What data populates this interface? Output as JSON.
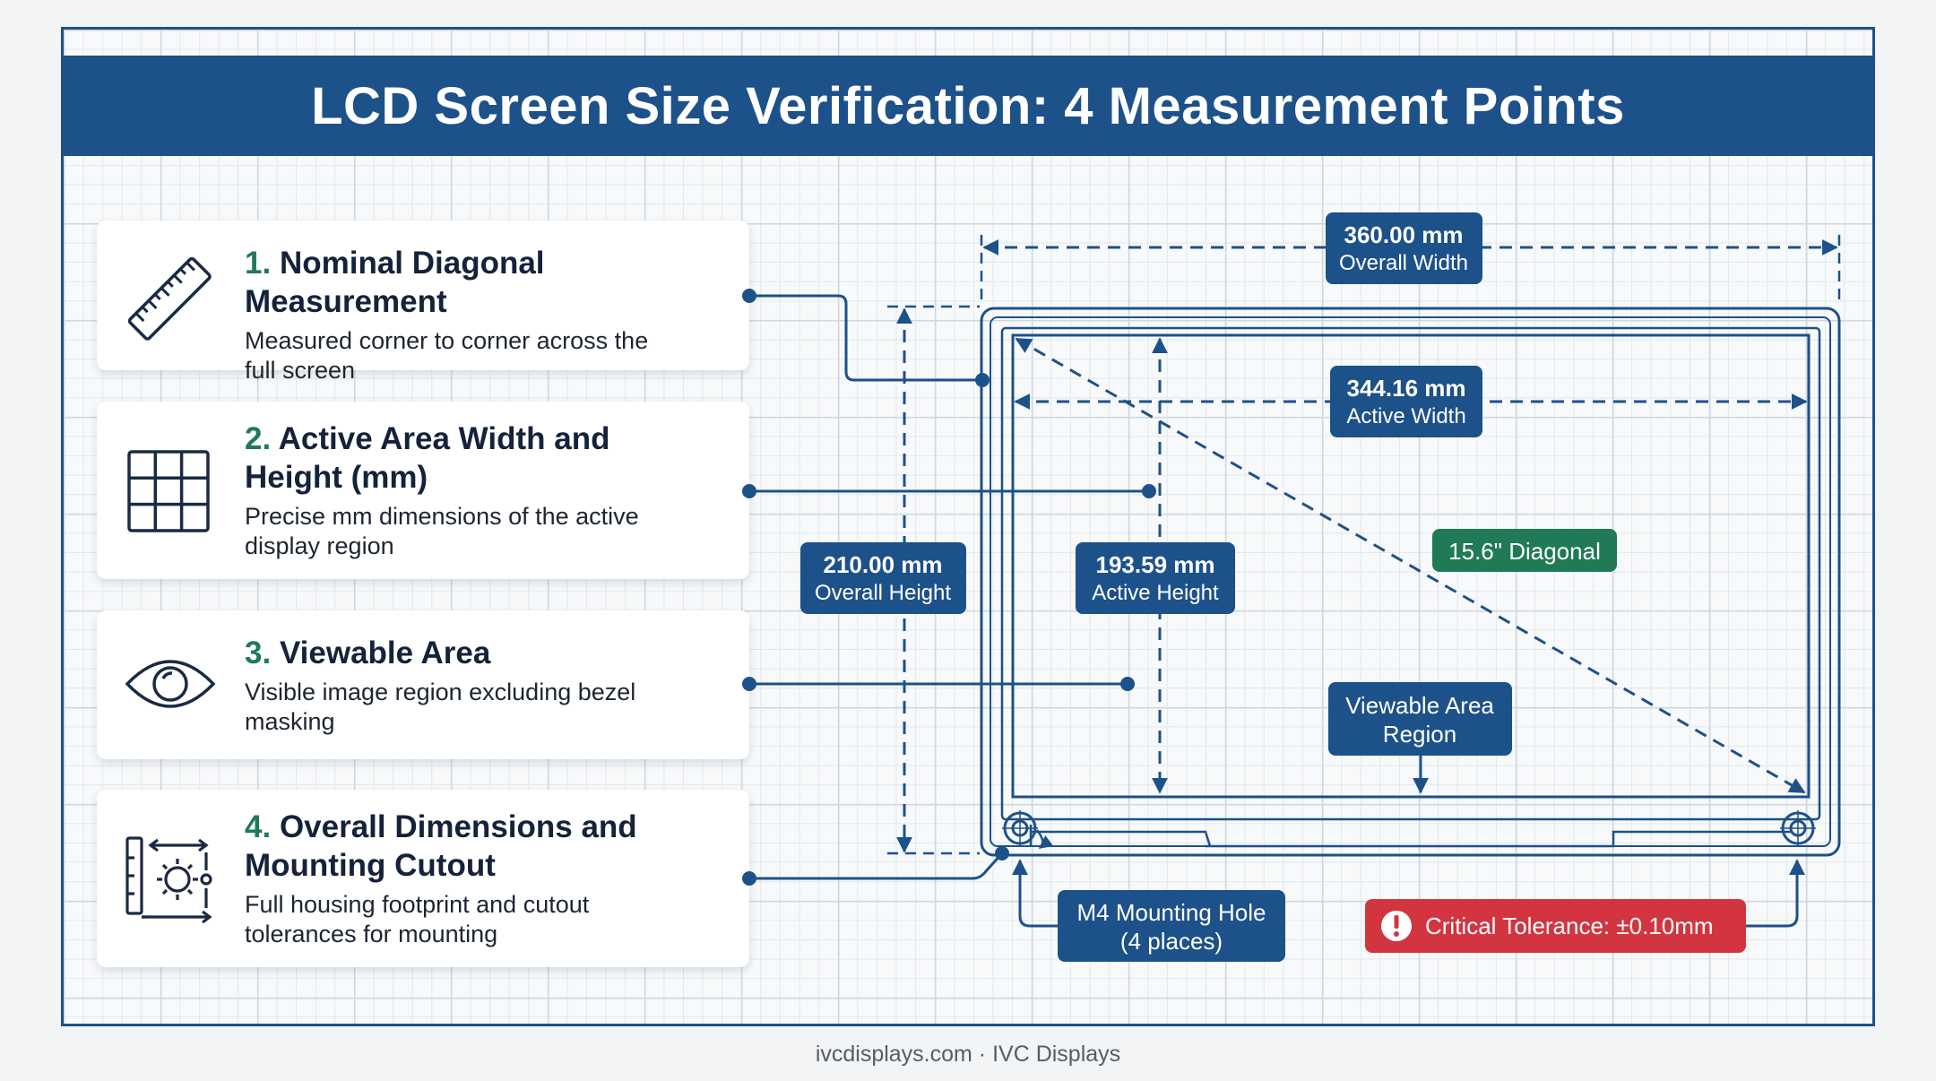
{
  "title": "LCD Screen Size Verification: 4 Measurement Points",
  "cards": [
    {
      "number": "1.",
      "title": "Nominal Diagonal Measurement",
      "desc_line1": "Measured corner to corner across the",
      "desc_line2": "full screen",
      "icon": "ruler-icon"
    },
    {
      "number": "2.",
      "title_line1": "Active Area Width and",
      "title_line2": "Height (mm)",
      "desc_line1": "Precise mm dimensions of the active",
      "desc_line2": "display region",
      "icon": "grid-icon"
    },
    {
      "number": "3.",
      "title": "Viewable Area",
      "desc_line1": "Visible image region excluding bezel",
      "desc_line2": "masking",
      "icon": "eye-icon"
    },
    {
      "number": "4.",
      "title_line1": "Overall Dimensions and",
      "title_line2": "Mounting Cutout",
      "desc_line1": "Full housing footprint and cutout",
      "desc_line2": "tolerances for mounting",
      "icon": "mounting-cutout-icon"
    }
  ],
  "labels": {
    "overall_width_value": "360.00 mm",
    "overall_width_text": "Overall Width",
    "active_width_value": "344.16 mm",
    "active_width_text": "Active Width",
    "overall_height_value": "210.00 mm",
    "overall_height_text": "Overall Height",
    "active_height_value": "193.59 mm",
    "active_height_text": "Active Height",
    "diagonal": "15.6\" Diagonal",
    "viewable_line1": "Viewable Area",
    "viewable_line2": "Region",
    "mounting_line1": "M4 Mounting Hole",
    "mounting_line2": "(4 places)",
    "tolerance": "Critical Tolerance: ±0.10mm"
  },
  "footer": "ivcdisplays.com · IVC Displays",
  "colors": {
    "primary": "#1d5189",
    "green": "#1f7a55",
    "red": "#d33540",
    "title_bar": "#1d5189"
  }
}
